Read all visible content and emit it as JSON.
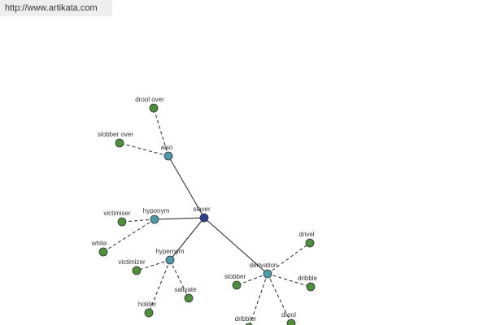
{
  "header": {
    "url": "http://www.artikata.com"
  },
  "colors": {
    "center": "#2f3f8f",
    "relation": "#4d9aa8",
    "term": "#4e8f3e",
    "edge": "#222222"
  },
  "graph": {
    "center": {
      "id": "slaver",
      "label": "slaver"
    },
    "relations": [
      {
        "id": "also",
        "label": "also"
      },
      {
        "id": "hyponym",
        "label": "hyponym"
      },
      {
        "id": "hypernym",
        "label": "hypernym"
      },
      {
        "id": "derivation",
        "label": "derivation"
      }
    ],
    "terms": [
      {
        "id": "drool-over",
        "label": "drool over",
        "parent": "also"
      },
      {
        "id": "slobber-over",
        "label": "slobber over",
        "parent": "also"
      },
      {
        "id": "victimiser",
        "label": "victimiser",
        "parent": "hyponym"
      },
      {
        "id": "white",
        "label": "white",
        "parent": "hyponym"
      },
      {
        "id": "victimizer",
        "label": "victimizer",
        "parent": "hypernym"
      },
      {
        "id": "holder",
        "label": "holder",
        "parent": "hypernym"
      },
      {
        "id": "salivate",
        "label": "salivate",
        "parent": "hypernym"
      },
      {
        "id": "drivel",
        "label": "drivel",
        "parent": "derivation"
      },
      {
        "id": "slobber",
        "label": "slobber",
        "parent": "derivation"
      },
      {
        "id": "dribble",
        "label": "dribble",
        "parent": "derivation"
      },
      {
        "id": "dribbler",
        "label": "dribbler",
        "parent": "derivation"
      },
      {
        "id": "drool",
        "label": "drool",
        "parent": "derivation"
      }
    ]
  }
}
